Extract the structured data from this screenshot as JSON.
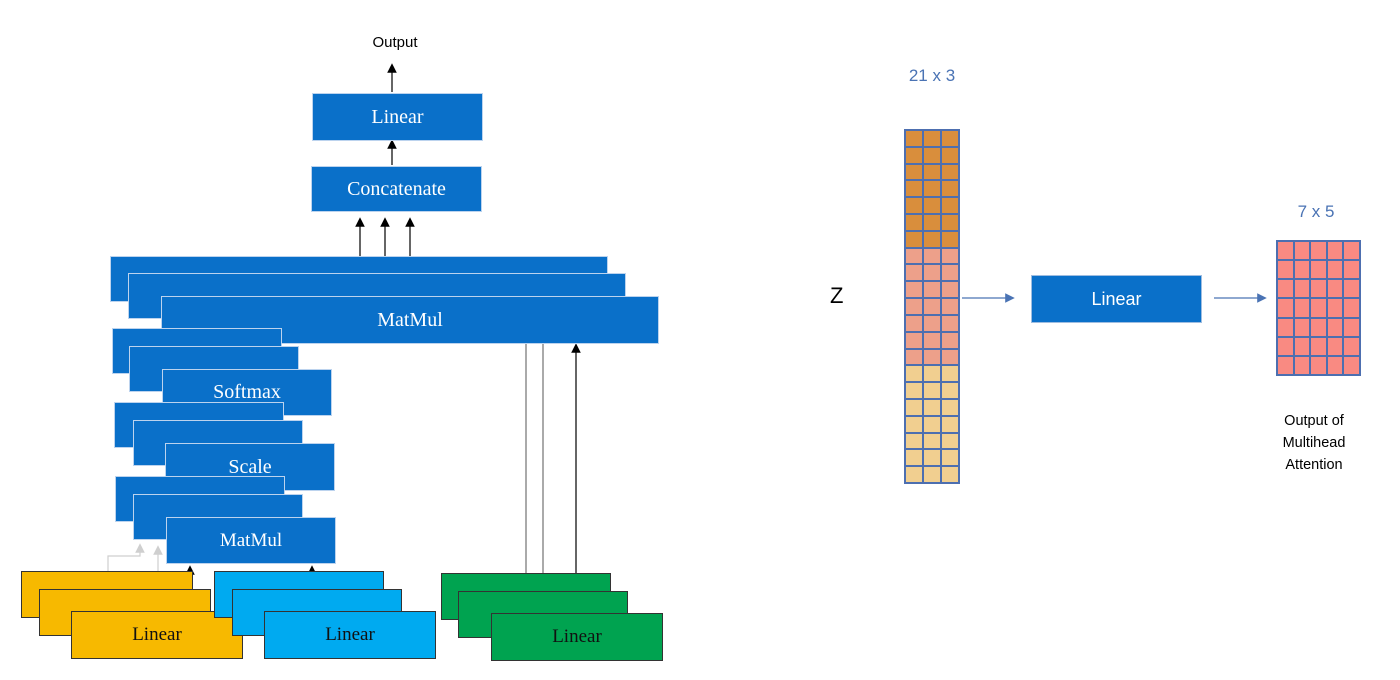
{
  "left_diagram": {
    "output_label": "Output",
    "top_linear_label": "Linear",
    "concatenate_label": "Concatenate",
    "matmul_head_label": "MatMul",
    "softmax_label": "Softmax",
    "scale_label": "Scale",
    "matmul_inner_label": "MatMul",
    "input_q_label": "Linear",
    "input_k_label": "Linear",
    "input_v_label": "Linear"
  },
  "right_diagram": {
    "z_label": "Z",
    "z_dims": "21 x 3",
    "linear_label": "Linear",
    "out_dims": "7 x 5",
    "output_caption_line1": "Output of",
    "output_caption_line2": "Multihead",
    "output_caption_line3": "Attention"
  },
  "colors": {
    "box_blue": "#0a70c9",
    "query_yellow": "#f7b900",
    "key_cyan": "#00aaf0",
    "value_green": "#00a350",
    "z_orange": "#d98e3c",
    "z_salmon": "#eda08a",
    "z_tan": "#f1cf90",
    "output_red": "#f98a82",
    "dims_text_blue": "#4a73b4"
  }
}
